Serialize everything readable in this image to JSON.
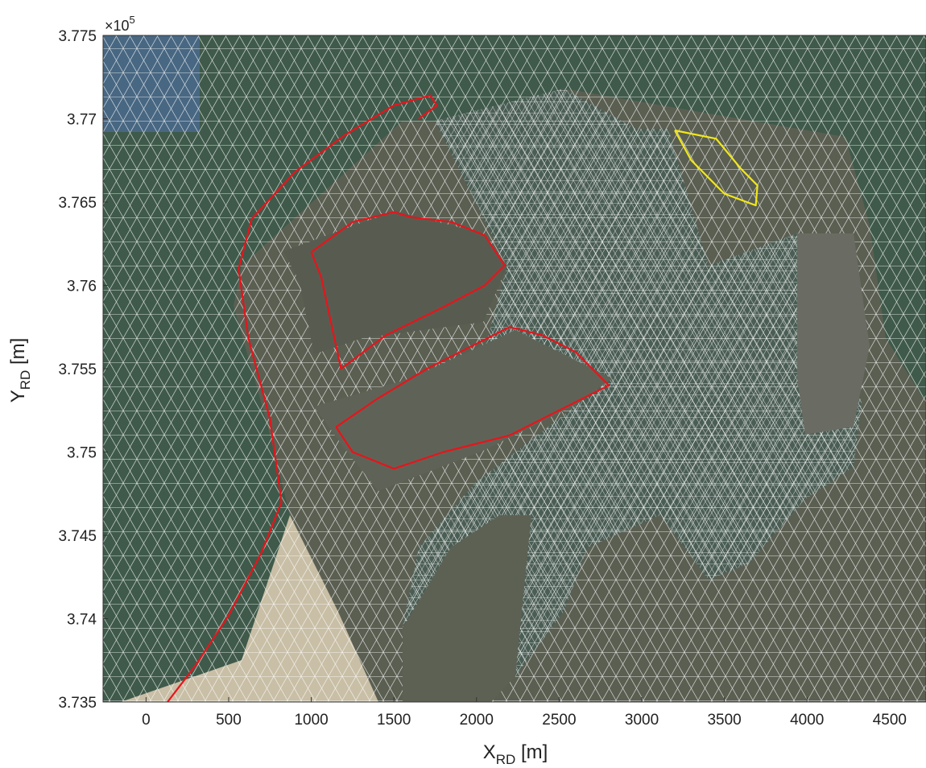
{
  "chart_data": {
    "type": "map",
    "x_ticks": [
      0,
      500,
      1000,
      1500,
      2000,
      2500,
      3000,
      3500,
      4000,
      4500
    ],
    "y_ticks": [
      3.735,
      3.74,
      3.745,
      3.75,
      3.755,
      3.76,
      3.765,
      3.77,
      3.775
    ],
    "y_tick_labels": [
      "3.735",
      "3.74",
      "3.745",
      "3.75",
      "3.755",
      "3.76",
      "3.765",
      "3.77",
      "3.775"
    ],
    "xlim": [
      -260,
      4720
    ],
    "ylim": [
      3.735,
      3.775
    ],
    "y_multiplier": "×10",
    "y_multiplier_exponent": "5",
    "xlabel_main": "X",
    "xlabel_sub": "RD",
    "xlabel_unit": " [m]",
    "ylabel_main": "Y",
    "ylabel_sub": "RD",
    "ylabel_unit": " [m]",
    "grid": false,
    "background": "satellite image with triangular computational mesh",
    "colors": {
      "sea": "#3f5a4a",
      "land": "#5b5f52",
      "beach": "#c9bfa6",
      "mesh": "#ffffff",
      "boundary": "#e8141b",
      "highlight": "#f2e81a"
    },
    "boundaries": [
      {
        "name": "outer-breakwater-coast",
        "color": "red",
        "points": [
          [
            130,
            3.735
          ],
          [
            300,
            3.7372
          ],
          [
            500,
            3.7402
          ],
          [
            700,
            3.744
          ],
          [
            820,
            3.747
          ],
          [
            750,
            3.752
          ],
          [
            620,
            3.7568
          ],
          [
            560,
            3.761
          ],
          [
            640,
            3.764
          ],
          [
            900,
            3.7668
          ],
          [
            1200,
            3.769
          ],
          [
            1500,
            3.7708
          ],
          [
            1720,
            3.7714
          ],
          [
            1760,
            3.7708
          ],
          [
            1650,
            3.77
          ]
        ]
      },
      {
        "name": "basin-pier-1",
        "color": "red",
        "points": [
          [
            1000,
            3.762
          ],
          [
            1250,
            3.7638
          ],
          [
            1500,
            3.7644
          ],
          [
            1600,
            3.7641
          ],
          [
            1850,
            3.7638
          ],
          [
            2050,
            3.763
          ],
          [
            2170,
            3.7612
          ],
          [
            2050,
            3.76
          ],
          [
            1800,
            3.7587
          ],
          [
            1450,
            3.757
          ],
          [
            1180,
            3.755
          ],
          [
            1060,
            3.7605
          ],
          [
            1000,
            3.762
          ]
        ]
      },
      {
        "name": "basin-pier-2",
        "color": "red",
        "points": [
          [
            1150,
            3.7515
          ],
          [
            1400,
            3.7532
          ],
          [
            1700,
            3.755
          ],
          [
            2000,
            3.7565
          ],
          [
            2200,
            3.7575
          ],
          [
            2400,
            3.757
          ],
          [
            2600,
            3.756
          ],
          [
            2800,
            3.754
          ],
          [
            2500,
            3.7525
          ],
          [
            2200,
            3.751
          ],
          [
            1800,
            3.75
          ],
          [
            1500,
            3.749
          ],
          [
            1250,
            3.75
          ],
          [
            1150,
            3.7515
          ]
        ]
      },
      {
        "name": "yellow-reclamation",
        "color": "yellow",
        "points": [
          [
            3200,
            3.7693
          ],
          [
            3450,
            3.7688
          ],
          [
            3600,
            3.767
          ],
          [
            3700,
            3.766
          ],
          [
            3690,
            3.7648
          ],
          [
            3500,
            3.7655
          ],
          [
            3300,
            3.7675
          ],
          [
            3200,
            3.7693
          ]
        ]
      }
    ]
  }
}
